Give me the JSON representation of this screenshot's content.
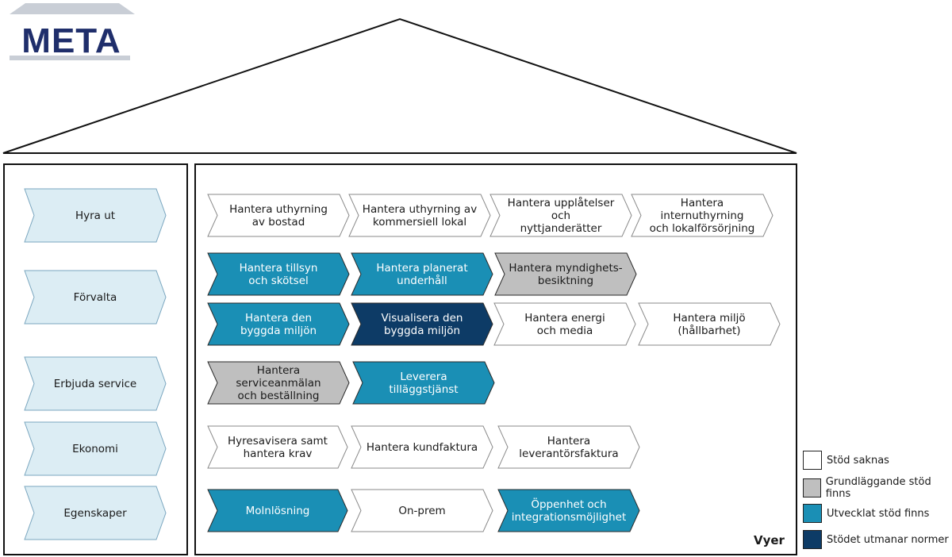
{
  "colors": {
    "none": "#ffffff",
    "basic": "#bfbfbf",
    "developed": "#1a8fb5",
    "norms": "#0d3b66",
    "category": "#dcedf4",
    "logo": "#1f2e6b"
  },
  "logo": {
    "text": "META"
  },
  "categories": [
    {
      "label": "Hyra ut"
    },
    {
      "label": "Förvalta"
    },
    {
      "label": "Erbjuda service"
    },
    {
      "label": "Ekonomi"
    },
    {
      "label": "Egenskaper"
    }
  ],
  "processes": [
    {
      "label": "Hantera uthyrning\nav bostad",
      "level": "none"
    },
    {
      "label": "Hantera uthyrning av\nkommersiell lokal",
      "level": "none"
    },
    {
      "label": "Hantera upplåtelser och\nnyttjanderätter",
      "level": "none"
    },
    {
      "label": "Hantera internuthyrning\noch lokalförsörjning",
      "level": "none"
    },
    {
      "label": "Hantera tillsyn\noch skötsel",
      "level": "developed"
    },
    {
      "label": "Hantera planerat\nunderhåll",
      "level": "developed"
    },
    {
      "label": "Hantera myndighets-\nbesiktning",
      "level": "basic"
    },
    {
      "label": "Hantera den\nbyggda miljön",
      "level": "developed"
    },
    {
      "label": "Visualisera den\nbyggda miljön",
      "level": "norms"
    },
    {
      "label": "Hantera energi\noch media",
      "level": "none"
    },
    {
      "label": "Hantera miljö\n(hållbarhet)",
      "level": "none"
    },
    {
      "label": "Hantera serviceanmälan\noch beställning",
      "level": "basic"
    },
    {
      "label": "Leverera\ntilläggstjänst",
      "level": "developed"
    },
    {
      "label": "Hyresavisera samt\nhantera krav",
      "level": "none"
    },
    {
      "label": "Hantera kundfaktura",
      "level": "none"
    },
    {
      "label": "Hantera\nleverantörsfaktura",
      "level": "none"
    },
    {
      "label": "Molnlösning",
      "level": "developed"
    },
    {
      "label": "On-prem",
      "level": "none"
    },
    {
      "label": "Öppenhet och\nintegrationsmöjlighet",
      "level": "developed"
    }
  ],
  "views_label": "Vyer",
  "legend": [
    {
      "label": "Stöd saknas",
      "level": "none"
    },
    {
      "label": "Grundläggande stöd finns",
      "level": "basic"
    },
    {
      "label": "Utvecklat stöd finns",
      "level": "developed"
    },
    {
      "label": "Stödet utmanar normer",
      "level": "norms"
    }
  ]
}
